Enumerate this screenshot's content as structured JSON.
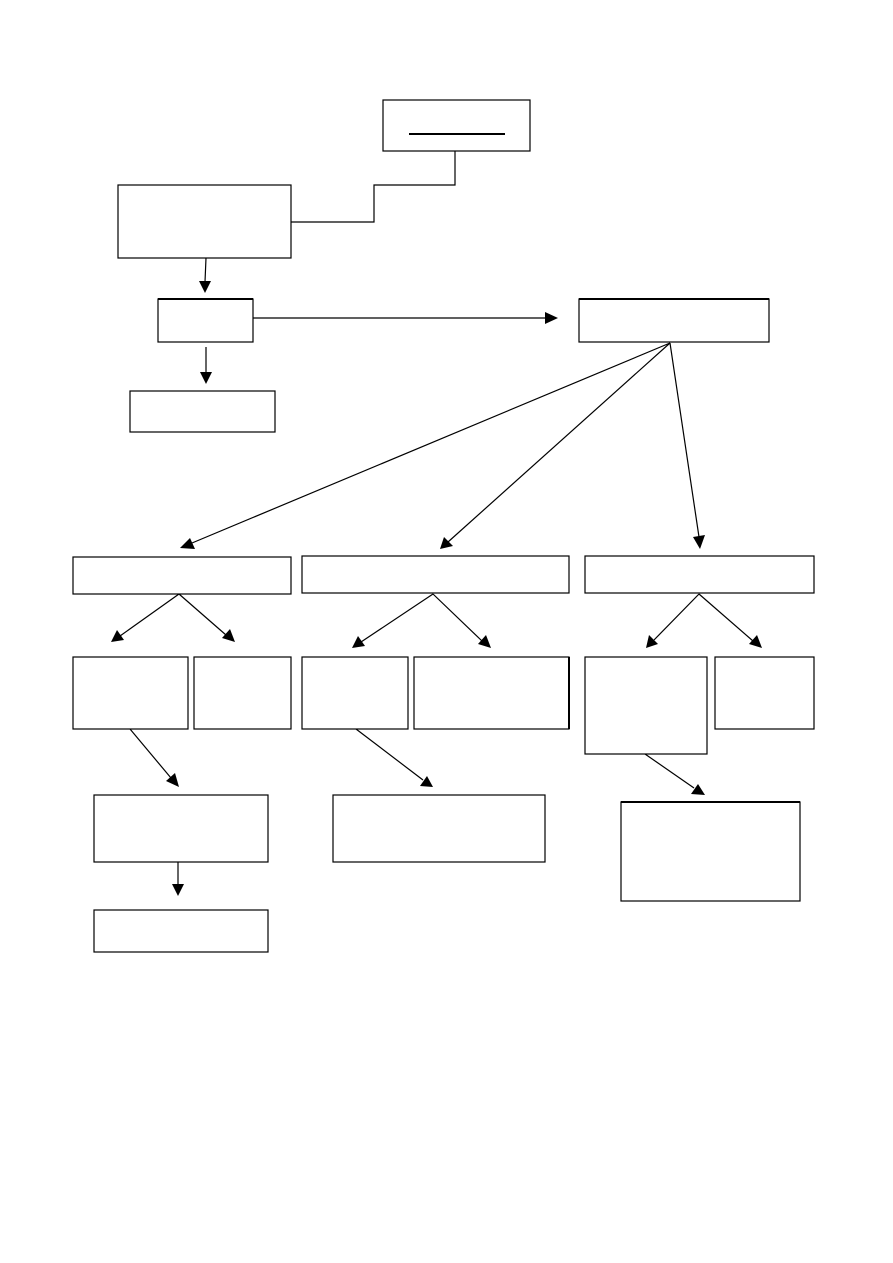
{
  "diagram": {
    "type": "flowchart",
    "boxes": [
      {
        "id": "root",
        "label": ""
      },
      {
        "id": "level1",
        "label": ""
      },
      {
        "id": "level2-left",
        "label": ""
      },
      {
        "id": "level2-right",
        "label": ""
      },
      {
        "id": "level3-left",
        "label": ""
      },
      {
        "id": "branch-a",
        "label": ""
      },
      {
        "id": "branch-b",
        "label": ""
      },
      {
        "id": "branch-c",
        "label": ""
      },
      {
        "id": "branch-a-child-1",
        "label": ""
      },
      {
        "id": "branch-a-child-2",
        "label": ""
      },
      {
        "id": "branch-b-child-1",
        "label": ""
      },
      {
        "id": "branch-b-child-2",
        "label": ""
      },
      {
        "id": "branch-c-child-1",
        "label": ""
      },
      {
        "id": "branch-c-child-2",
        "label": ""
      },
      {
        "id": "branch-a-grandchild",
        "label": ""
      },
      {
        "id": "branch-a-great-grandchild",
        "label": ""
      },
      {
        "id": "branch-b-grandchild",
        "label": ""
      },
      {
        "id": "branch-c-grandchild",
        "label": ""
      }
    ],
    "edges": [
      {
        "from": "root",
        "to": "level1",
        "arrow": false
      },
      {
        "from": "level1",
        "to": "level2-left",
        "arrow": true
      },
      {
        "from": "level2-left",
        "to": "level2-right",
        "arrow": true
      },
      {
        "from": "level2-left",
        "to": "level3-left",
        "arrow": true
      },
      {
        "from": "level2-right",
        "to": "branch-a",
        "arrow": true
      },
      {
        "from": "level2-right",
        "to": "branch-b",
        "arrow": true
      },
      {
        "from": "level2-right",
        "to": "branch-c",
        "arrow": true
      },
      {
        "from": "branch-a",
        "to": "branch-a-child-1",
        "arrow": true
      },
      {
        "from": "branch-a",
        "to": "branch-a-child-2",
        "arrow": true
      },
      {
        "from": "branch-b",
        "to": "branch-b-child-1",
        "arrow": true
      },
      {
        "from": "branch-b",
        "to": "branch-b-child-2",
        "arrow": true
      },
      {
        "from": "branch-c",
        "to": "branch-c-child-1",
        "arrow": true
      },
      {
        "from": "branch-c",
        "to": "branch-c-child-2",
        "arrow": true
      },
      {
        "from": "branch-a-child-1",
        "to": "branch-a-grandchild",
        "arrow": true
      },
      {
        "from": "branch-a-grandchild",
        "to": "branch-a-great-grandchild",
        "arrow": true
      },
      {
        "from": "branch-b-child-1",
        "to": "branch-b-grandchild",
        "arrow": true
      },
      {
        "from": "branch-c-child-1",
        "to": "branch-c-grandchild",
        "arrow": true
      }
    ]
  }
}
